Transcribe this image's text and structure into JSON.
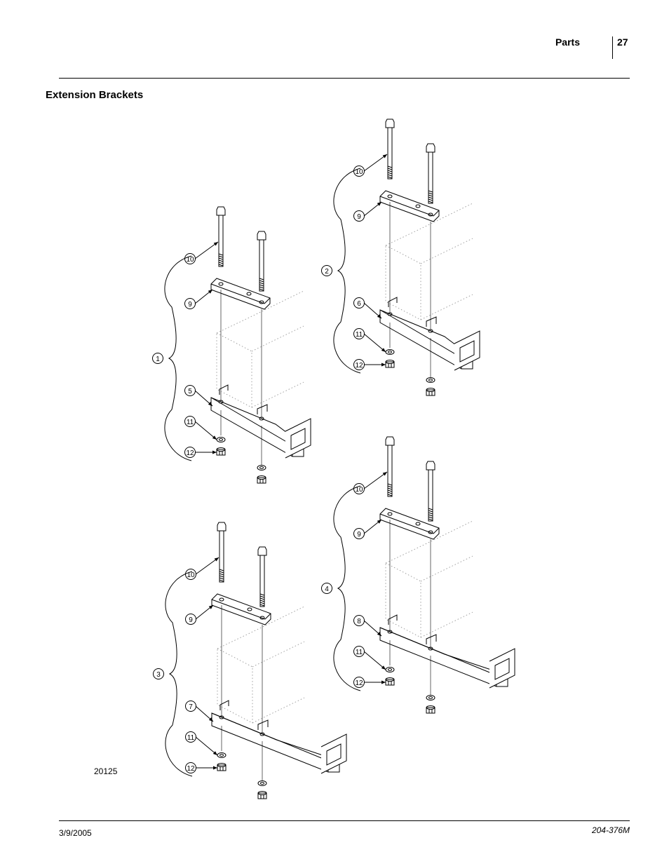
{
  "header": {
    "section": "Parts",
    "page": "27"
  },
  "title": "Extension Brackets",
  "figure": {
    "number": "20125",
    "assemblies": [
      {
        "label": "1",
        "parts": {
          "bolt": "10",
          "plate": "9",
          "bracket": "5",
          "washer": "11",
          "nut": "12"
        }
      },
      {
        "label": "2",
        "parts": {
          "bolt": "10",
          "plate": "9",
          "bracket": "6",
          "washer": "11",
          "nut": "12"
        }
      },
      {
        "label": "3",
        "parts": {
          "bolt": "10",
          "plate": "9",
          "bracket": "7",
          "washer": "11",
          "nut": "12"
        }
      },
      {
        "label": "4",
        "parts": {
          "bolt": "10",
          "plate": "9",
          "bracket": "8",
          "washer": "11",
          "nut": "12"
        }
      }
    ]
  },
  "footer": {
    "date": "3/9/2005",
    "doc_number": "204-376M"
  }
}
